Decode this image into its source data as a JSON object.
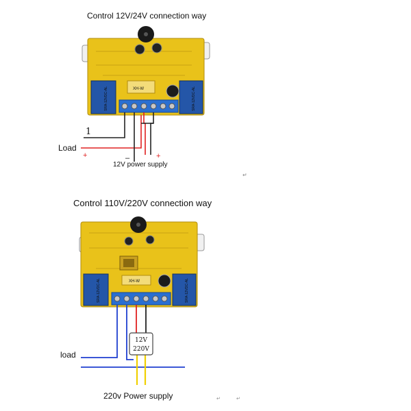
{
  "top": {
    "title": "Control 12V/24V connection way",
    "pin_label": "1",
    "load_label": "Load",
    "plus_left": "+",
    "minus_label": "–",
    "plus_right": "+",
    "supply_label": "12V power supply",
    "relay_text_left": "SRA-12VDC-AL",
    "relay_text_right": "SRA-12VDC-AL",
    "board_text": "XH-W"
  },
  "bottom": {
    "title": "Control 110V/220V connection way",
    "load_label": "load",
    "box_line1": "12V",
    "box_line2": "220V",
    "supply_label": "220v Power supply",
    "relay_text_left": "SRA-12VDC-AL",
    "relay_text_right": "SRA-12VDC-AL",
    "board_text": "XH-W"
  },
  "marks": {
    "mark1": "↵",
    "mark2": "↵",
    "mark3": "↵"
  },
  "colors": {
    "board": "#e9c21a",
    "relay": "#2456a8",
    "terminal": "#2a6fd1",
    "wire_red": "#e02020",
    "wire_black": "#222222",
    "wire_blue": "#1f3fd0",
    "wire_yellow": "#f0d000"
  }
}
